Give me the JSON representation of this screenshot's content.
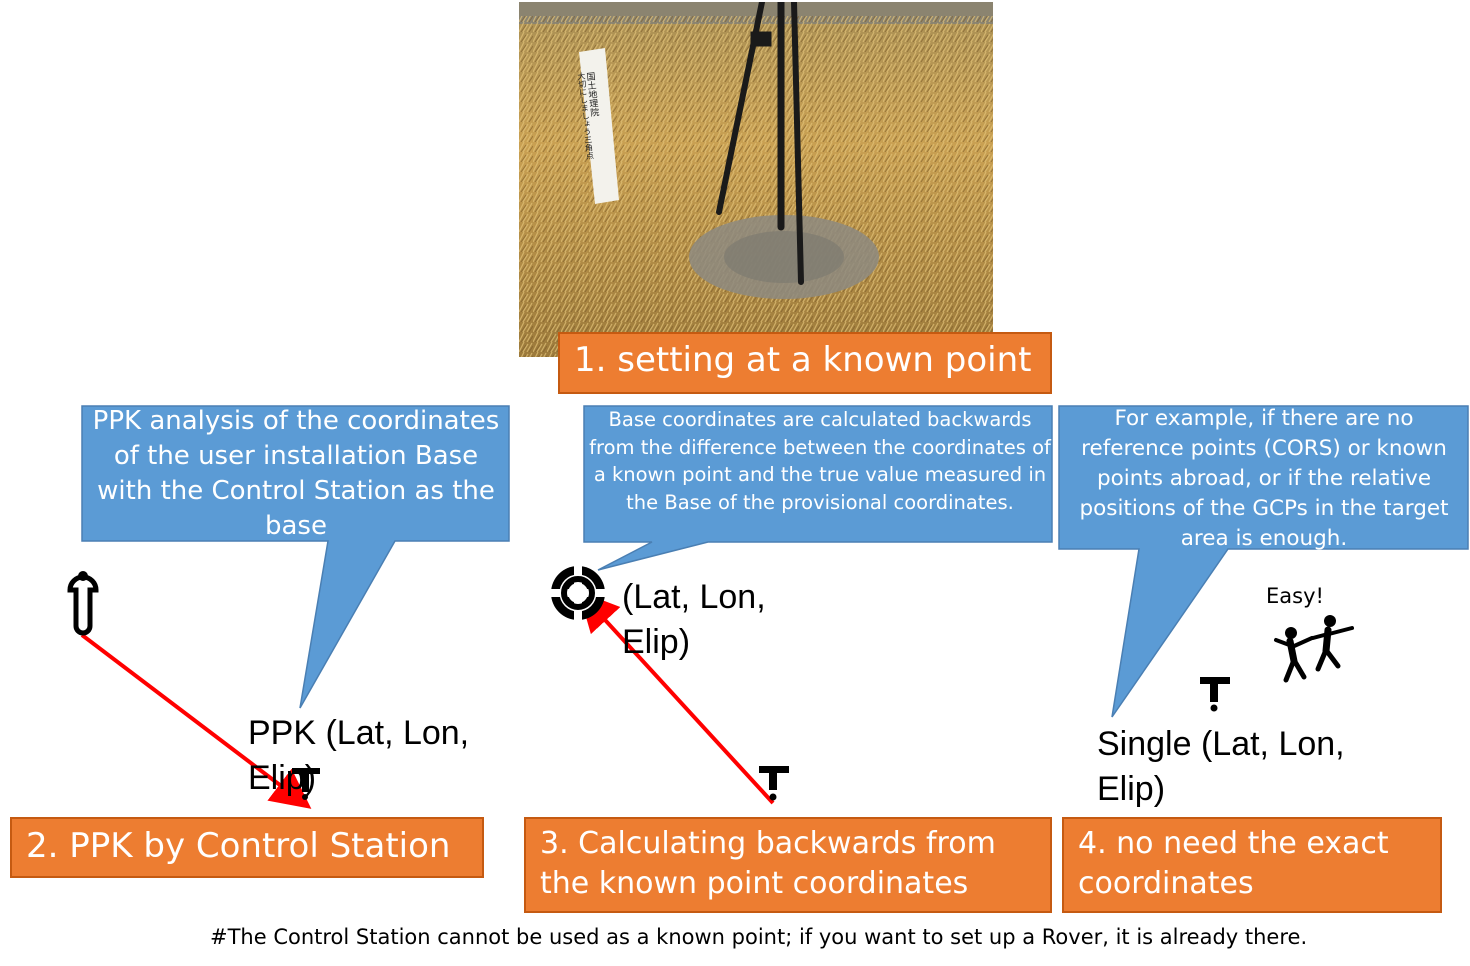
{
  "photo": {
    "sign_text_left": "大切にしましょう三角点",
    "sign_text_right": "国土地理院"
  },
  "step1": {
    "label": "1. setting at a known point"
  },
  "step2": {
    "label": "2. PPK by Control Station",
    "callout": "PPK analysis of the coordinates of the user installation Base with the Control Station as the base",
    "coord_label": "PPK (Lat, Lon, Elip)"
  },
  "step3": {
    "label": "3. Calculating backwards from the known point coordinates",
    "callout": "Base coordinates are calculated backwards from the difference between the coordinates of a known point and the true value measured in the Base of the provisional coordinates.",
    "coord_label": "(Lat, Lon, Elip)"
  },
  "step4": {
    "label": "4. no need the exact coordinates",
    "callout": "For example, if there are no reference points (CORS) or known points abroad, or if the relative positions of the GCPs in the target area is enough.",
    "coord_label": "Single (Lat, Lon, Elip)",
    "easy": "Easy!"
  },
  "footnote": "#The Control Station cannot be used as a known point; if you want to set up a Rover, it is already there.",
  "icons": [
    "control-station-icon",
    "known-point-icon",
    "survey-pin-icon",
    "dancing-people-icon"
  ],
  "colors": {
    "callout": "#5b9bd5",
    "label_box": "#ed7d31",
    "arrow": "#ff0000"
  }
}
